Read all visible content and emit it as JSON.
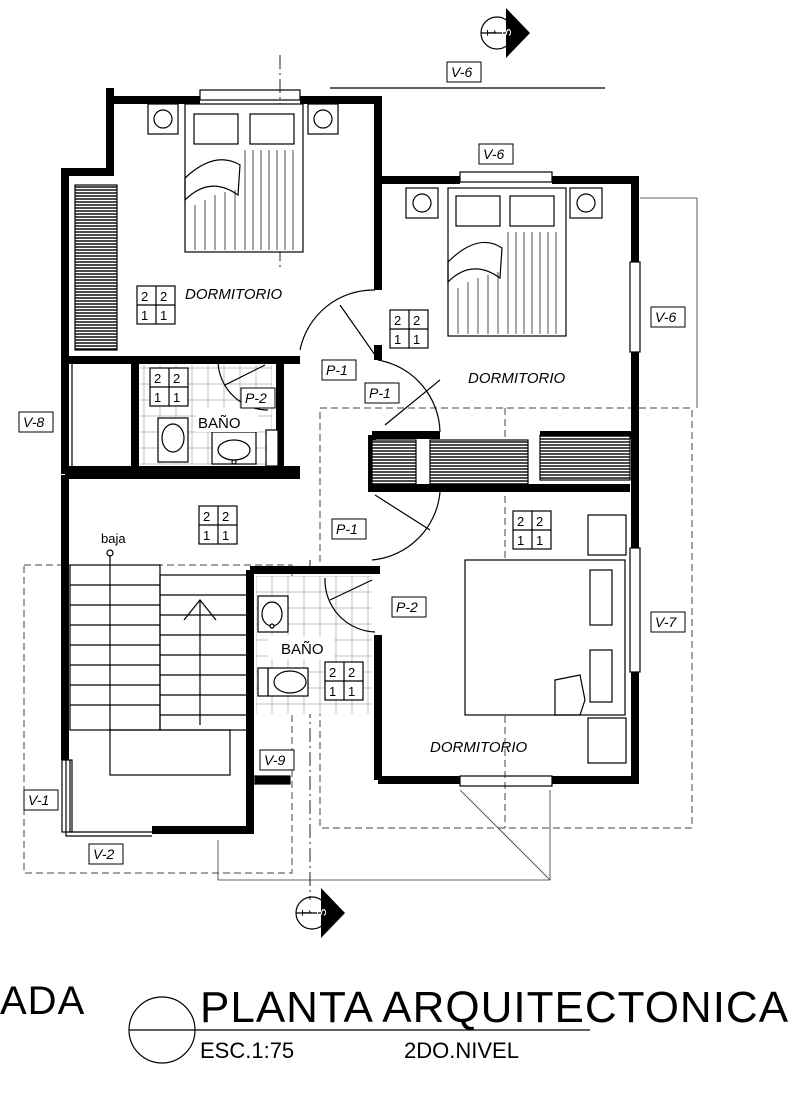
{
  "rooms": {
    "dormitorio_1": "DORMITORIO",
    "dormitorio_2": "DORMITORIO",
    "dormitorio_3": "DORMITORIO",
    "bano_1": "BAÑO",
    "bano_2": "BAÑO"
  },
  "stair_label": "baja",
  "windows": {
    "v6_top": "V-6",
    "v6_mid": "V-6",
    "v6_right": "V-6",
    "v7": "V-7",
    "v8": "V-8",
    "v1": "V-1",
    "v2": "V-2",
    "v9": "V-9"
  },
  "doors": {
    "p1_a": "P-1",
    "p1_b": "P-1",
    "p1_c": "P-1",
    "p2_a": "P-2",
    "p2_b": "P-2"
  },
  "outlet_digits": [
    "2",
    "2",
    "1",
    "1"
  ],
  "section_marker": {
    "number": "1",
    "letter": "S"
  },
  "title": {
    "partial_left": "ADA",
    "main": "PLANTA ARQUITECTONICA",
    "scale": "ESC.1:75",
    "level": "2DO.NIVEL"
  }
}
